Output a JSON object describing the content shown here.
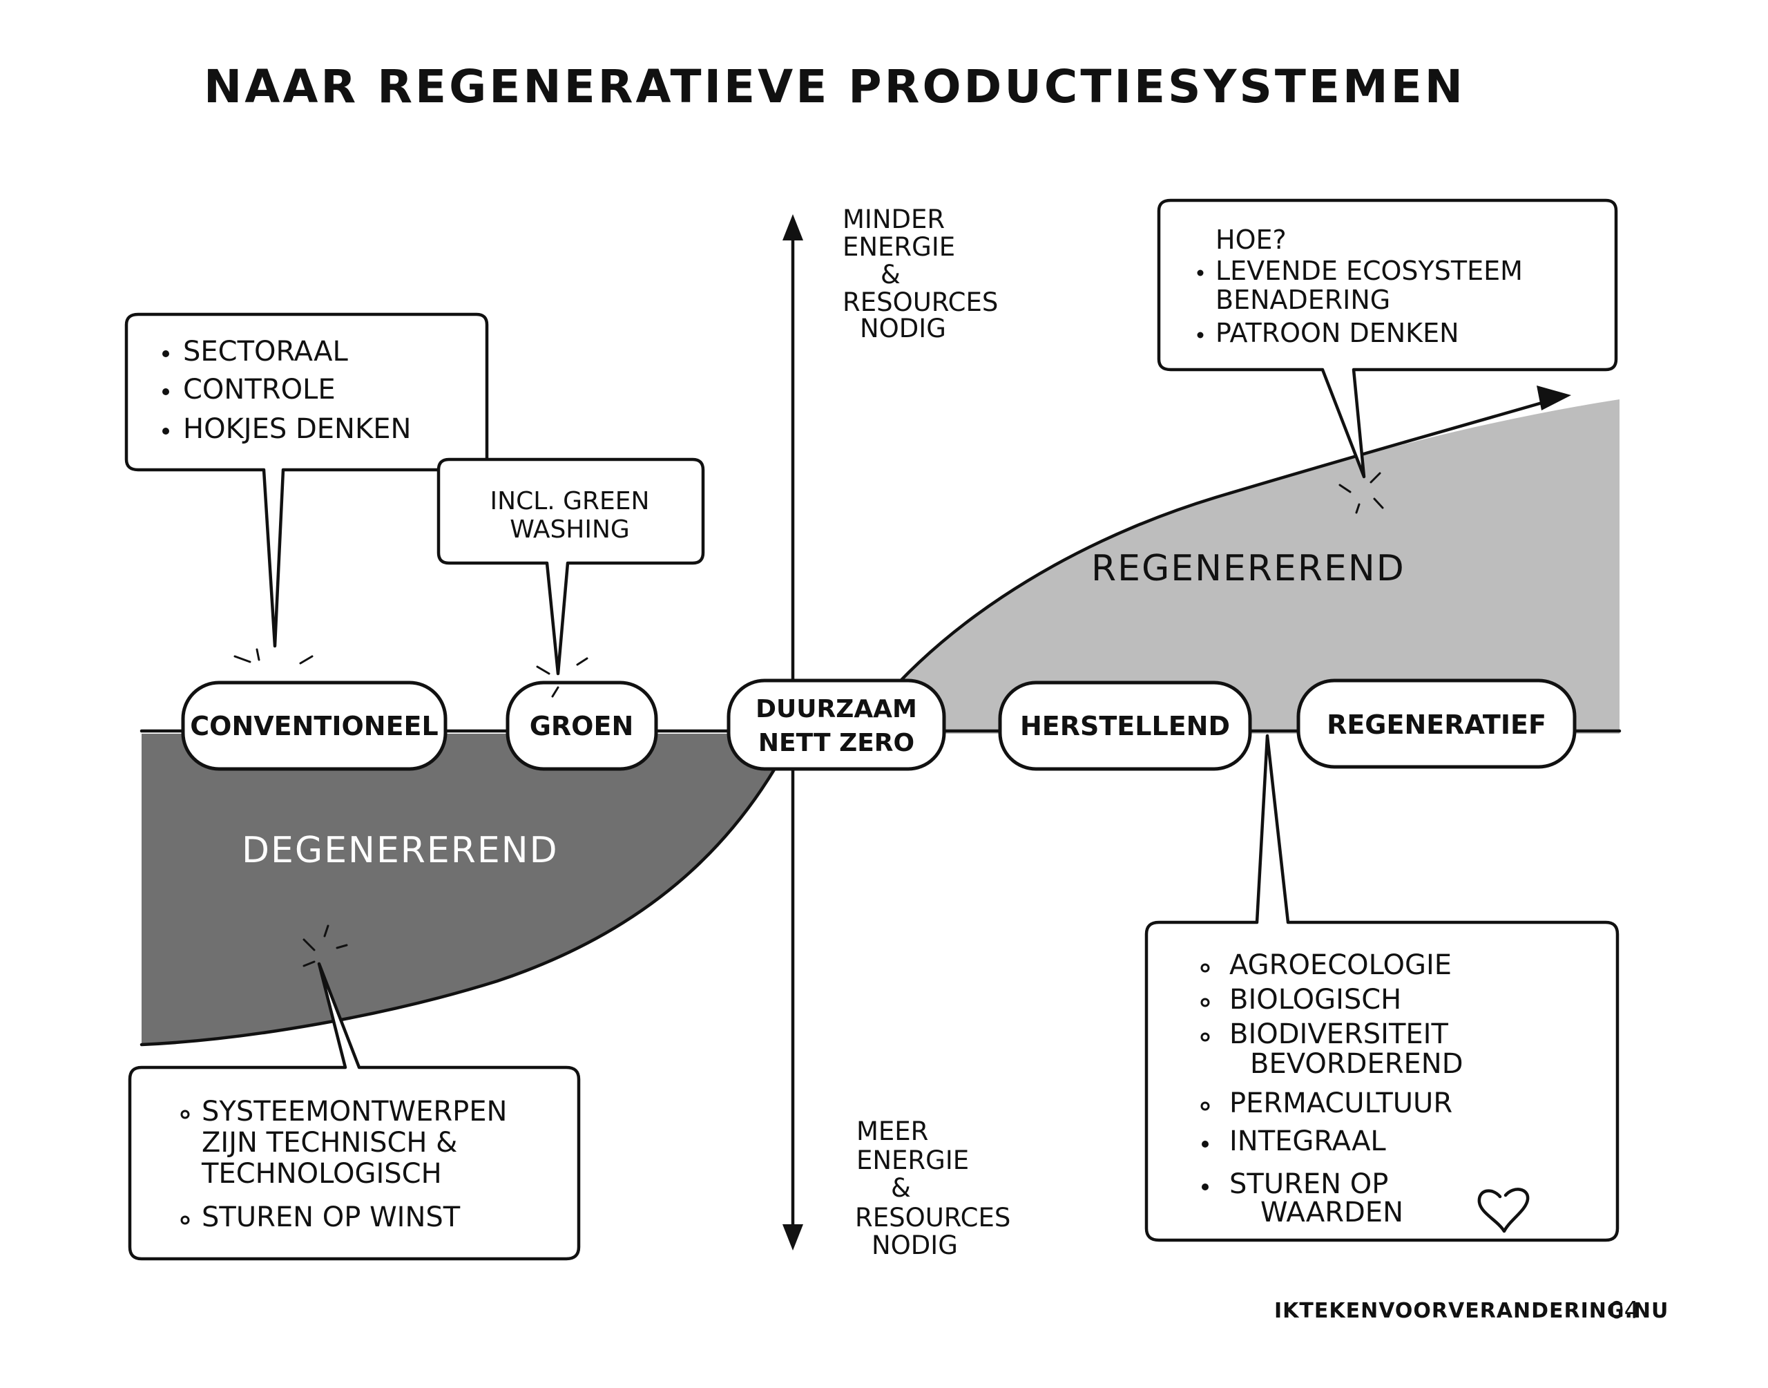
{
  "title": "NAAR REGENERATIEVE PRODUCTIESYSTEMEN",
  "colors": {
    "ink": "#111111",
    "degenerating_fill": "#707070",
    "regenerating_fill": "#bdbdbd",
    "background": "#ffffff"
  },
  "axis": {
    "top_label": [
      "MINDER",
      "ENERGIE",
      "&",
      "RESOURCES",
      "NODIG"
    ],
    "bottom_label": [
      "MEER",
      "ENERGIE",
      "&",
      "RESOURCES",
      "NODIG"
    ]
  },
  "stages": [
    {
      "label": "CONVENTIONEEL"
    },
    {
      "label": "GROEN"
    },
    {
      "label": [
        "DUURZAAM",
        "NETT ZERO"
      ]
    },
    {
      "label": "HERSTELLEND"
    },
    {
      "label": "REGENERATIEF"
    }
  ],
  "zones": {
    "degenerating": "DEGENEREREND",
    "regenerating": "REGENEREREND"
  },
  "callouts": {
    "conventional": {
      "items": [
        "SECTORAAL",
        "CONTROLE",
        "HOKJES DENKEN"
      ]
    },
    "green": {
      "lines": [
        "INCL. GREEN",
        "WASHING"
      ]
    },
    "how": {
      "heading": "HOE?",
      "items": [
        [
          "LEVENDE ECOSYSTEEM",
          "BENADERING"
        ],
        [
          "PATROON DENKEN"
        ]
      ]
    },
    "degenerating": {
      "items": [
        [
          "SYSTEEMONTWERPEN",
          "ZIJN TECHNISCH &",
          "TECHNOLOGISCH"
        ],
        [
          "STUREN OP WINST"
        ]
      ]
    },
    "regenerative": {
      "items": [
        [
          "AGROECOLOGIE"
        ],
        [
          "BIOLOGISCH"
        ],
        [
          "BIODIVERSITEIT",
          "BEVORDEREND"
        ],
        [
          "PERMACULTUUR"
        ],
        [
          "INTEGRAAL"
        ],
        [
          "STUREN OP",
          "WAARDEN"
        ]
      ],
      "icon": "heart-icon"
    }
  },
  "footer": {
    "site": "IKTEKENVOORVERANDERING.NU",
    "signature": "04"
  }
}
